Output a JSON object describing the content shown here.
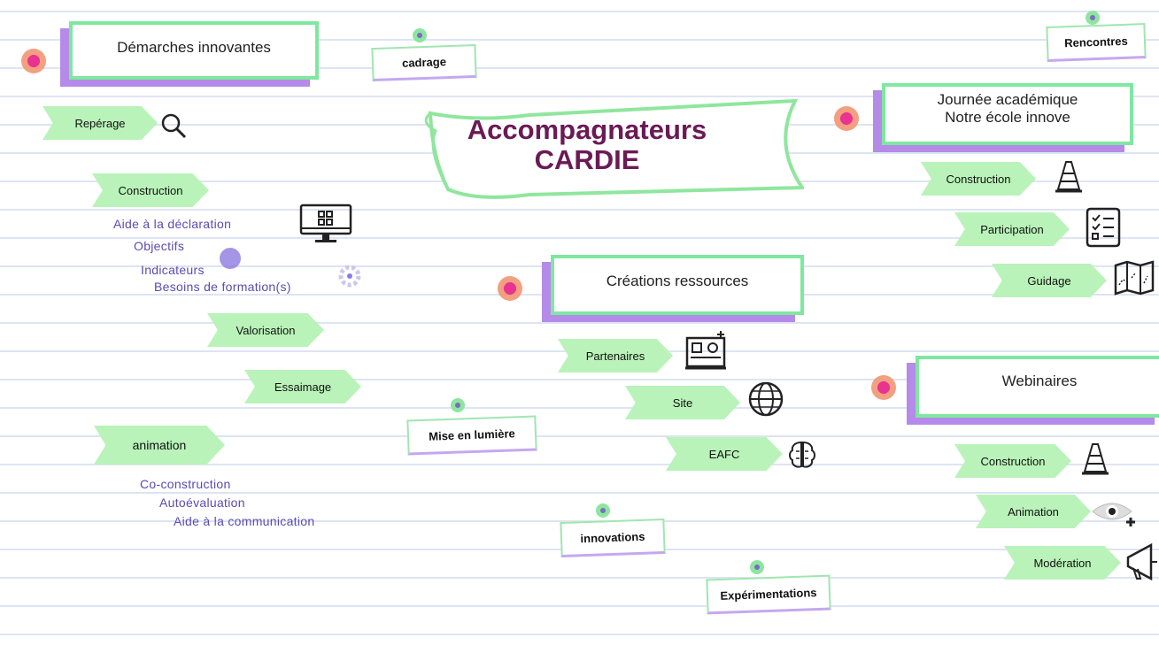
{
  "title": {
    "line1": "Accompagnateurs",
    "line2": "CARDIE"
  },
  "colors": {
    "accent_green": "#7ee8a0",
    "accent_purple": "#b58ae8",
    "title_color": "#6b1a55",
    "note_color": "#5a4bb3",
    "arrow_fill": "#b9f3b9"
  },
  "left": {
    "heading": "Démarches innovantes",
    "reperage": "Repérage",
    "construction": "Construction",
    "construction_notes": [
      "Aide à la déclaration",
      "Objectifs",
      "Indicateurs",
      "Besoins de formation(s)"
    ],
    "valorisation": "Valorisation",
    "essaimage": "Essaimage",
    "animation": "animation",
    "animation_notes": [
      "Co-construction",
      "Autoévaluation",
      "Aide à la communication"
    ]
  },
  "hanging": {
    "cadrage": "cadrage",
    "mise_en_lumiere": "Mise en lumière",
    "innovations": "innovations",
    "experimentations": "Expérimentations",
    "rencontres": "Rencontres"
  },
  "center": {
    "heading": "Créations ressources",
    "partenaires": "Partenaires",
    "site": "Site",
    "eafc": "EAFC"
  },
  "right_top": {
    "heading_line1": "Journée académique",
    "heading_line2": "Notre école innove",
    "construction": "Construction",
    "participation": "Participation",
    "guidage": "Guidage"
  },
  "right_bottom": {
    "heading": "Webinaires",
    "construction": "Construction",
    "animation": "Animation",
    "moderation": "Modération"
  },
  "icons": [
    "search-icon",
    "computer-icon",
    "gear-icon",
    "traffic-cone-icon",
    "checklist-icon",
    "map-icon",
    "machine-icon",
    "globe-icon",
    "brain-icon",
    "eye-plus-icon",
    "megaphone-icon"
  ]
}
